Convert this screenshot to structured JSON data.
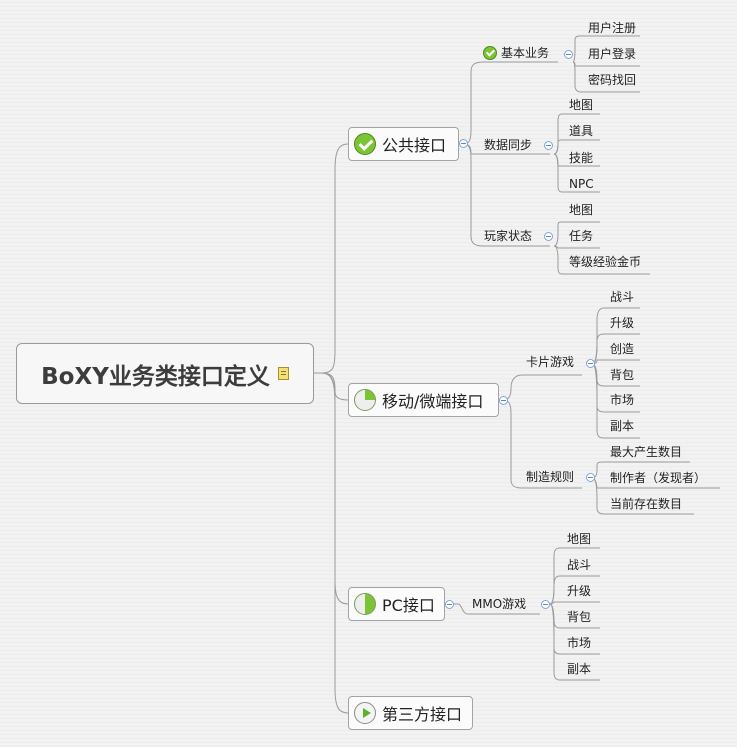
{
  "root": {
    "label": "BoXY业务类接口定义",
    "icon": "note-icon"
  },
  "branches": {
    "public": {
      "label": "公共接口",
      "icon": "check-circle-icon",
      "groups": {
        "basic": {
          "label": "基本业务",
          "icon": "check-circle-icon",
          "items": [
            "用户注册",
            "用户登录",
            "密码找回"
          ]
        },
        "sync": {
          "label": "数据同步",
          "items": [
            "地图",
            "道具",
            "技能",
            "NPC"
          ]
        },
        "player": {
          "label": "玩家状态",
          "items": [
            "地图",
            "任务",
            "等级经验金币"
          ]
        }
      }
    },
    "mobile": {
      "label": "移动/微端接口",
      "icon": "quarter-progress-icon",
      "groups": {
        "card": {
          "label": "卡片游戏",
          "items": [
            "战斗",
            "升级",
            "创造",
            "背包",
            "市场",
            "副本"
          ]
        },
        "craft": {
          "label": "制造规则",
          "items": [
            "最大产生数目",
            "制作者（发现者）",
            "当前存在数目"
          ]
        }
      }
    },
    "pc": {
      "label": "PC接口",
      "icon": "half-progress-icon",
      "groups": {
        "mmo": {
          "label": "MMO游戏",
          "items": [
            "地图",
            "战斗",
            "升级",
            "背包",
            "市场",
            "副本"
          ]
        }
      }
    },
    "third": {
      "label": "第三方接口",
      "icon": "play-icon"
    }
  },
  "colors": {
    "line": "#9a9a9a",
    "accent": "#7bc534",
    "collapse": "#7ea7d6"
  }
}
